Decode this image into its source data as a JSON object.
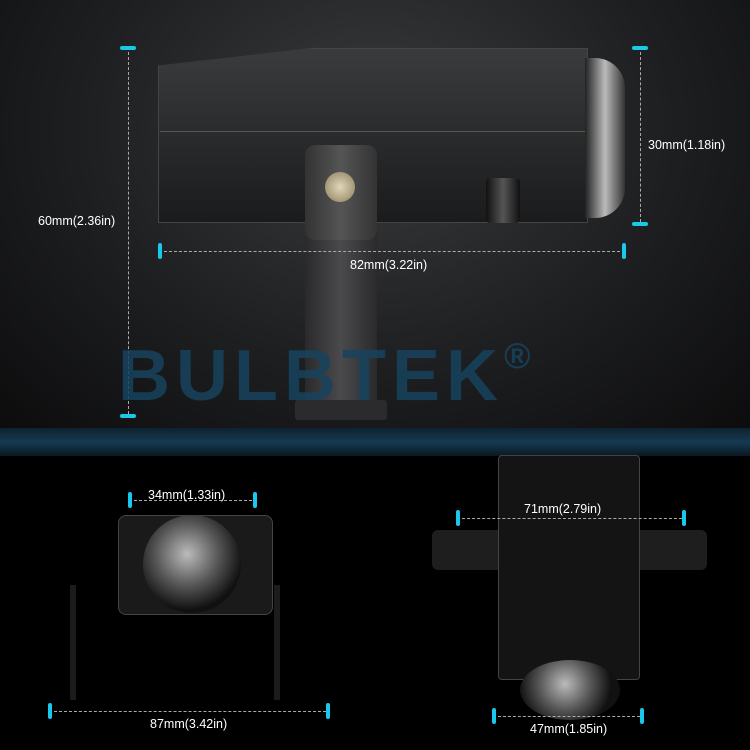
{
  "brand": {
    "logo_text": "BULBTEK",
    "registered": "®",
    "logo_color": "#17435e",
    "accent_color": "#19c8ec"
  },
  "dimensions": {
    "height_side": "60mm(2.36in)",
    "lens_height": "30mm(1.18in)",
    "length_side": "82mm(3.22in)",
    "lens_width_front": "34mm(1.33in)",
    "bracket_width_front": "87mm(3.42in)",
    "bracket_width_top": "71mm(2.79in)",
    "lens_width_bottom": "47mm(1.85in)"
  }
}
